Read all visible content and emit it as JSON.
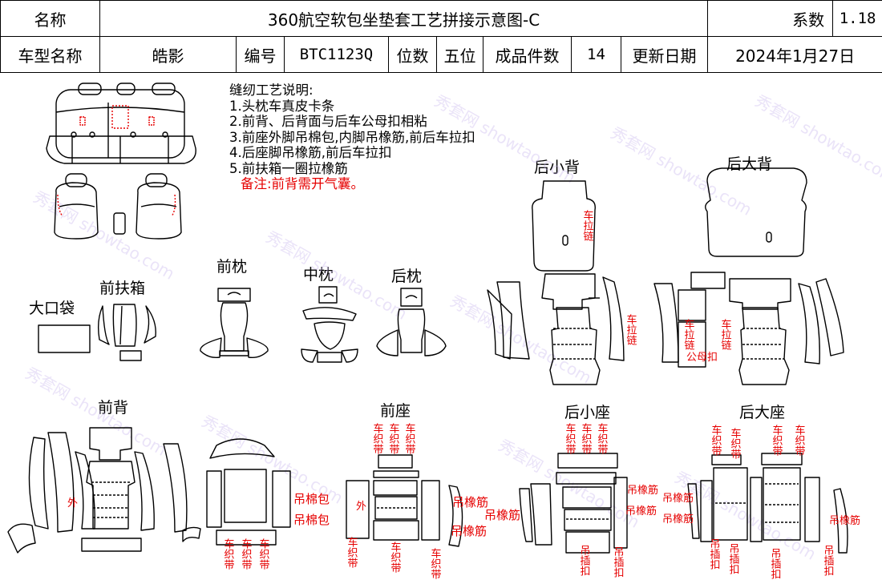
{
  "header": {
    "name_label": "名称",
    "title": "360航空软包坐垫套工艺拼接示意图-C",
    "coef_label": "系数",
    "coef_value": "1.18",
    "model_label": "车型名称",
    "model_value": "皓影",
    "code_label": "编号",
    "code_value": "BTC1123Q",
    "seats_label": "位数",
    "seats_value": "五位",
    "pieces_label": "成品件数",
    "pieces_value": "14",
    "date_label": "更新日期",
    "date_value": "2024年1月27日"
  },
  "notes": {
    "title": "缝纫工艺说明:",
    "items": [
      "1.头枕车真皮卡条",
      "2.前背、后背面与后车公母扣相粘",
      "3.前座外脚吊棉包,内脚吊橡筋,前后车拉扣",
      "4.后座脚吊橡筋,前后车拉扣",
      "5.前扶箱一圈拉橡筋"
    ],
    "remark": "备注:前背需开气囊。"
  },
  "sections": {
    "rear_small_back": "后小背",
    "rear_large_back": "后大背",
    "front_headrest": "前枕",
    "middle_headrest": "中枕",
    "rear_headrest": "后枕",
    "front_armrest": "前扶箱",
    "big_pocket": "大口袋",
    "front_back": "前背",
    "front_seat": "前座",
    "rear_small_seat": "后小座",
    "rear_large_seat": "后大座"
  },
  "annotations": {
    "zipper": "车拉链",
    "sew_zip": "车拉链",
    "male_female": "公母扣",
    "webbing": "车织带",
    "cotton_pack": "吊棉包",
    "elastic": "吊橡筋",
    "outer": "外",
    "clip": "吊插扣"
  },
  "watermark": "秀套网 showtao.com",
  "colors": {
    "annotation_red": "#e60000",
    "watermark": "#c9b8ee",
    "line": "#000000"
  }
}
